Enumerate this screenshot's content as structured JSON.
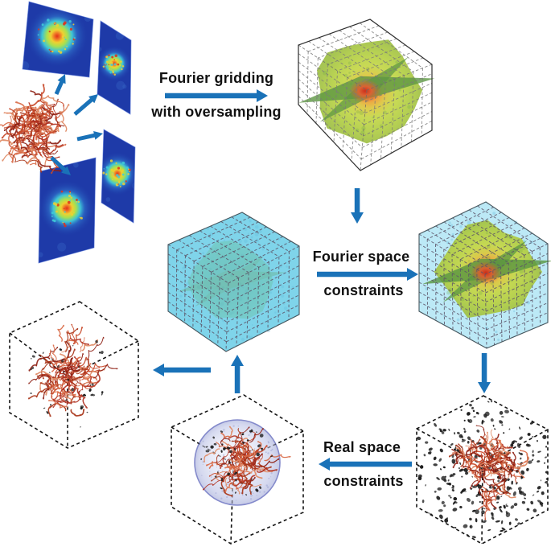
{
  "figure": {
    "background": "#ffffff",
    "labels": {
      "fourier_gridding": {
        "line1": "Fourier gridding",
        "line2": "with oversampling"
      },
      "fourier_space": {
        "line1": "Fourier space",
        "line2": "constraints"
      },
      "real_space": {
        "line1": "Real space",
        "line2": "constraints"
      }
    },
    "colors": {
      "arrow_blue": "#1a72b8",
      "label_text": "#111111",
      "panel_blue": "#1e3aa8",
      "panel_edge": "#4f6fd4",
      "diffraction_hot": "#e23018",
      "diffraction_yellow": "#f0d030",
      "diffraction_cyan": "#40ccd8",
      "blob_green": "#c6d84c",
      "blob_core": "#cc2410",
      "wing_green": "#55923a",
      "grid_gray": "#7a7a7a",
      "grid_purple": "#5c5468",
      "cube_edge": "#2c2c2c",
      "dashed_edge": "#141414",
      "cyan_face": "#7fd4ea",
      "light_cyan_face": "#bce9f6",
      "inner_blob_green": "#57ae77",
      "sphere_rim": "#7b82c8",
      "sphere_fill": "#e7e9f7",
      "speck_black": "#1c1c1c",
      "protein_reds": [
        "#8e2013",
        "#b03020",
        "#c84a2a",
        "#d96a46",
        "#e08a64",
        "#a83418"
      ]
    },
    "elements": {
      "source_model": "protein-ribbon-model",
      "patterns": "diffraction-pattern-panel",
      "fourier_cube": "oversampled-fourier-grid-cube",
      "cyan_cube": "measured-magnitudes-cube",
      "result_cube": "constrained-fourier-cube",
      "noisy_cube": "noisy-density-cube",
      "sphere_cube": "support-sphere-cube",
      "clean_cube": "reconstructed-density-cube",
      "arrows": "flow-arrow"
    }
  }
}
